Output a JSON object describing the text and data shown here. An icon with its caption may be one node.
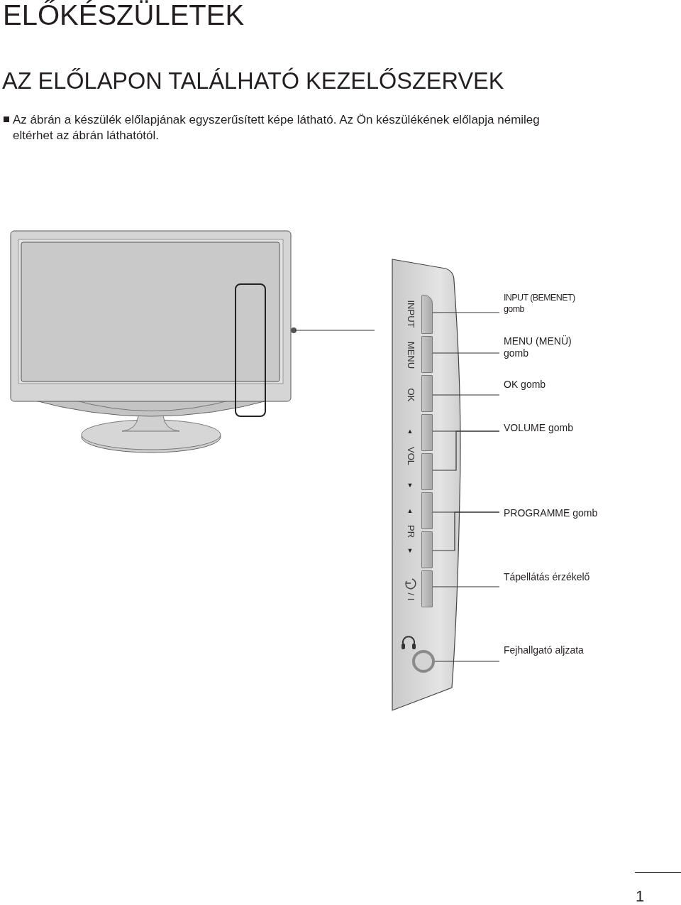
{
  "diagram": {
    "title": "ELŐKÉSZÜLETEK",
    "nodes": [
      {
        "text": [],
        "shape": "picture"
      },
      {
        "text": [],
        "shape": "box"
      },
      {
        "text": [],
        "shape": "box",
        "in": 1
      },
      {
        "text": [],
        "shape": "box",
        "in": 1
      },
      {
        "text": [],
        "shape": "box",
        "in": 1
      },
      {
        "text": [],
        "shape": "box",
        "in": 1
      },
      {
        "text": [],
        "shape": "box",
        "in": 1
      },
      {
        "text": [],
        "shape": "box",
        "in": 1
      },
      {
        "text": [],
        "shape": "box",
        "in": 1
      },
      {
        "text": [],
        "shape": "box",
        "in": 1
      },
      {
        "text": [],
        "shape": "circle",
        "in": 1
      },
      {
        "text": [
          "INPUT (BEMENET) gomb"
        ]
      },
      {
        "text": [
          "MENU (MENÜ) gomb"
        ]
      },
      {
        "text": [
          "OK gomb"
        ]
      },
      {
        "text": [
          "VOLUME gomb"
        ]
      },
      {
        "text": [
          "PROGRAMME gomb"
        ]
      },
      {
        "text": [
          "Tápellátás érzékelő"
        ]
      },
      {
        "text": [
          "Fejhallgató aljzata"
        ]
      }
    ],
    "edges": [
      {
        "from": 11,
        "to": 2,
        "arrow": "none"
      },
      {
        "from": 12,
        "to": 3,
        "arrow": "none"
      },
      {
        "from": 13,
        "to": 4,
        "arrow": "none"
      },
      {
        "from": 14,
        "to": 5,
        "arrow": "none"
      },
      {
        "from": 14,
        "to": 6,
        "arrow": "none"
      },
      {
        "from": 15,
        "to": 7,
        "arrow": "none"
      },
      {
        "from": 15,
        "to": 8,
        "arrow": "none"
      },
      {
        "from": 16,
        "to": 9,
        "arrow": "none"
      },
      {
        "from": 17,
        "to": 10,
        "arrow": "none"
      },
      {
        "from": 0,
        "to": null,
        "arrow": "none"
      }
    ],
    "labels": [
      "AZ ELŐLAPON TALÁLHATÓ KEZELŐSZERVEK",
      "Az ábrán a készülék előlapjának egyszerűsített képe látható. Az Ön készülékének előlapja némileg eltérhet az ábrán láthatótól.",
      "INPUT",
      "MENU",
      "OK",
      "▲",
      "VOL",
      "▼",
      "▲",
      "PR",
      "▼",
      "/ I",
      "1"
    ]
  }
}
